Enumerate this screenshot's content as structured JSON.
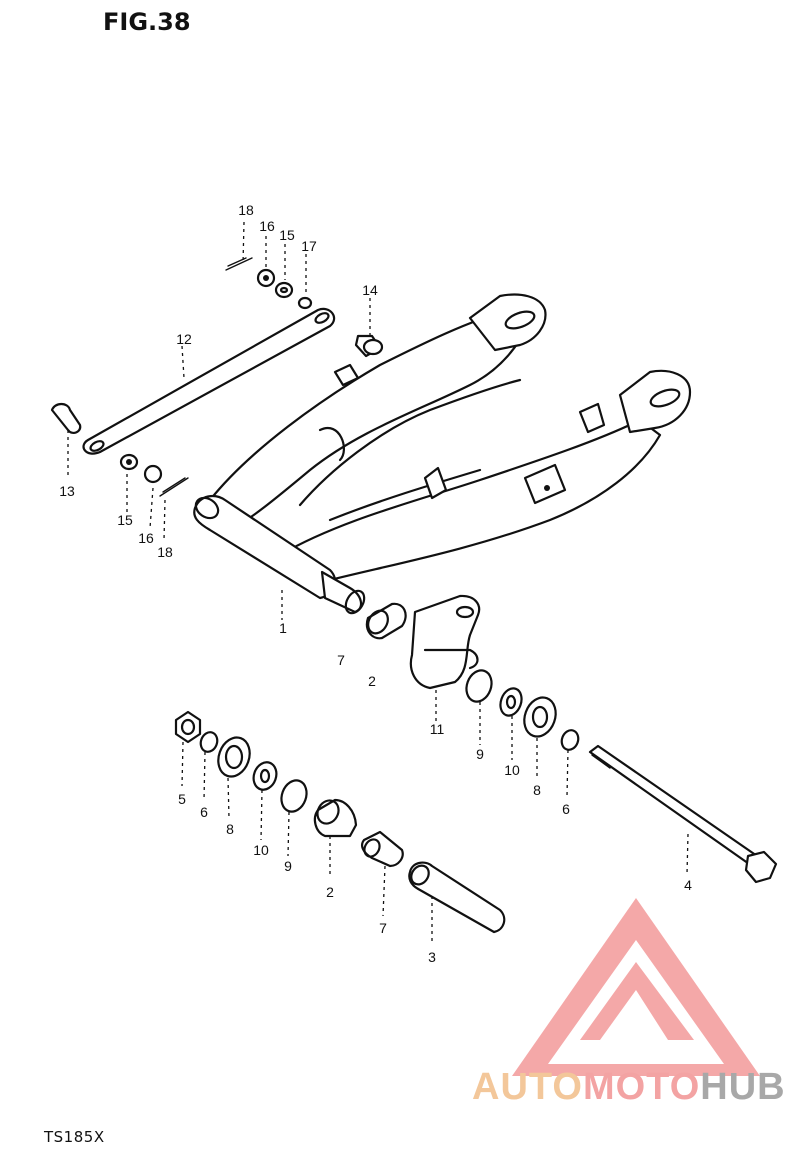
{
  "figure": {
    "title": "FIG.38",
    "model": "TS185X"
  },
  "callouts": [
    {
      "id": "c18a",
      "text": "18"
    },
    {
      "id": "c16a",
      "text": "16"
    },
    {
      "id": "c15a",
      "text": "15"
    },
    {
      "id": "c17",
      "text": "17"
    },
    {
      "id": "c14",
      "text": "14"
    },
    {
      "id": "c12",
      "text": "12"
    },
    {
      "id": "c13",
      "text": "13"
    },
    {
      "id": "c15b",
      "text": "15"
    },
    {
      "id": "c16b",
      "text": "16"
    },
    {
      "id": "c18b",
      "text": "18"
    },
    {
      "id": "c1",
      "text": "1"
    },
    {
      "id": "c7a",
      "text": "7"
    },
    {
      "id": "c2a",
      "text": "2"
    },
    {
      "id": "c11",
      "text": "11"
    },
    {
      "id": "c9a",
      "text": "9"
    },
    {
      "id": "c10a",
      "text": "10"
    },
    {
      "id": "c8a",
      "text": "8"
    },
    {
      "id": "c6a",
      "text": "6"
    },
    {
      "id": "c5",
      "text": "5"
    },
    {
      "id": "c6b",
      "text": "6"
    },
    {
      "id": "c8b",
      "text": "8"
    },
    {
      "id": "c10b",
      "text": "10"
    },
    {
      "id": "c9b",
      "text": "9"
    },
    {
      "id": "c2b",
      "text": "2"
    },
    {
      "id": "c7b",
      "text": "7"
    },
    {
      "id": "c3",
      "text": "3"
    },
    {
      "id": "c4",
      "text": "4"
    }
  ],
  "watermark": {
    "part1": "AUTO",
    "part2": "MOTO",
    "part3": "HUB",
    "logo_color": "#f08080"
  }
}
